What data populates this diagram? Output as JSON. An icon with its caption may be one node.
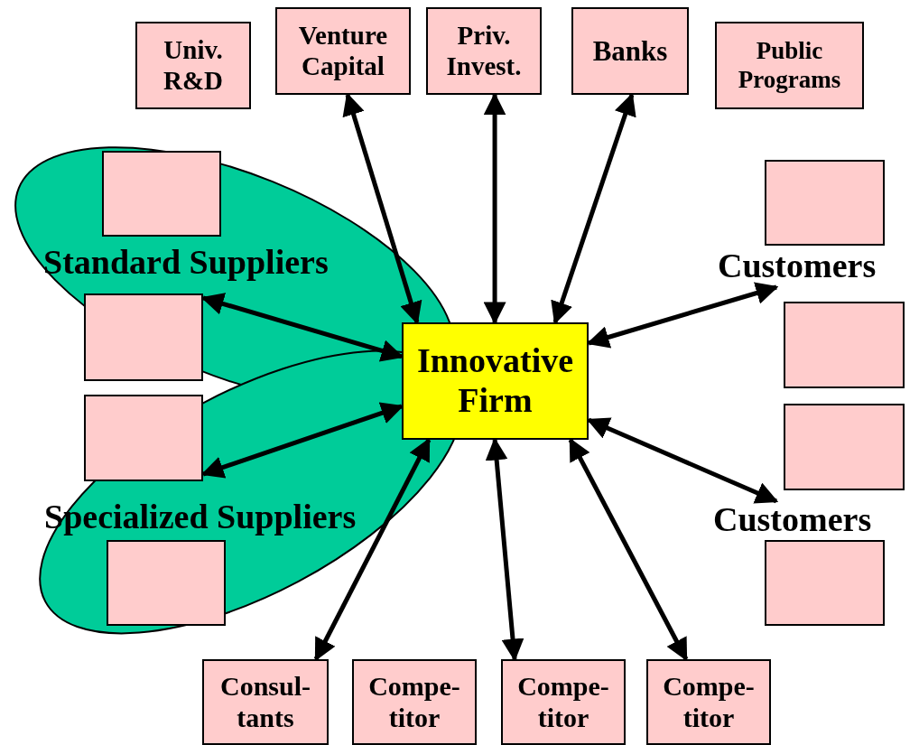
{
  "diagram": {
    "nodes": [
      {
        "text": [
          "Univ. R&D"
        ]
      },
      {
        "text": [
          "Venture Capital"
        ]
      },
      {
        "text": [
          "Priv. Invest."
        ]
      },
      {
        "text": [
          "Banks"
        ]
      },
      {
        "text": [
          "Public Programs"
        ]
      },
      {
        "text": [
          "Standard Suppliers"
        ]
      },
      {
        "text": [],
        "shape": "box",
        "in": 5
      },
      {
        "text": [],
        "shape": "box",
        "in": 5
      },
      {
        "text": [],
        "shape": "box"
      },
      {
        "text": [
          "Customers"
        ]
      },
      {
        "text": [],
        "shape": "box"
      },
      {
        "text": [
          "Innovative Firm"
        ]
      },
      {
        "text": [
          "Specialized Suppliers"
        ]
      },
      {
        "text": [],
        "shape": "box"
      },
      {
        "text": [],
        "shape": "box"
      },
      {
        "text": [
          "Customers"
        ]
      },
      {
        "text": [],
        "shape": "box",
        "in": 12
      },
      {
        "text": [],
        "shape": "box"
      },
      {
        "text": [
          "Consul- tants"
        ]
      },
      {
        "text": [
          "Compe- titor"
        ]
      },
      {
        "text": [
          "Compe- titor"
        ]
      },
      {
        "text": [
          "Compe- titor"
        ]
      }
    ],
    "edges": [
      {
        "from": 11,
        "to": 1,
        "arrow": "both"
      },
      {
        "from": 11,
        "to": 2,
        "arrow": "both"
      },
      {
        "from": 11,
        "to": 3,
        "arrow": "both"
      },
      {
        "from": 11,
        "to": 9,
        "arrow": "both"
      },
      {
        "from": 11,
        "to": 15,
        "arrow": "both"
      },
      {
        "from": 11,
        "to": 7,
        "arrow": "both"
      },
      {
        "from": 11,
        "to": 13,
        "arrow": "both"
      },
      {
        "from": 11,
        "to": 18,
        "arrow": "both"
      },
      {
        "from": 11,
        "to": 20,
        "arrow": "both"
      },
      {
        "from": 11,
        "to": 21,
        "arrow": "both"
      }
    ]
  }
}
